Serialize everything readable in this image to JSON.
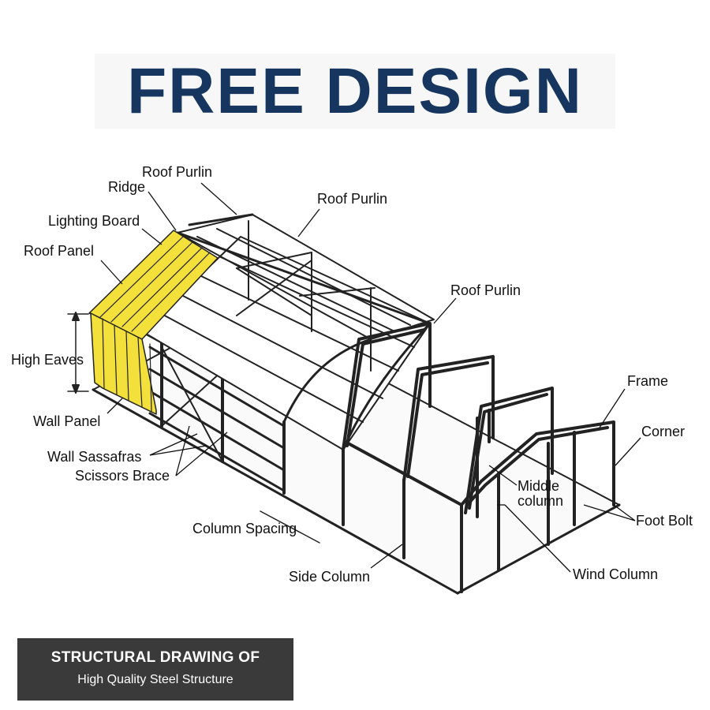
{
  "heading": "FREE DESIGN",
  "labels": {
    "roof_purlin_1": "Roof Purlin",
    "ridge": "Ridge",
    "lighting_board": "Lighting Board",
    "roof_panel": "Roof Panel",
    "roof_purlin_2": "Roof Purlin",
    "roof_purlin_3": "Roof Purlin",
    "high_eaves": "High Eaves",
    "wall_panel": "Wall Panel",
    "wall_sassafras": "Wall Sassafras",
    "scissors_brace": "Scissors Brace",
    "column_spacing": "Column Spacing",
    "side_column": "Side Column",
    "frame": "Frame",
    "corner": "Corner",
    "middle_column_1": "Middle",
    "middle_column_2": "column",
    "foot_bolt": "Foot Bolt",
    "wind_column": "Wind Column"
  },
  "banner": {
    "title": "STRUCTURAL DRAWING OF",
    "subtitle": "High Quality Steel Structure"
  },
  "colors": {
    "heading": "#16365f",
    "panel_yellow": "#f3e03a",
    "banner_bg": "#3a3a3a",
    "line": "#222222"
  }
}
